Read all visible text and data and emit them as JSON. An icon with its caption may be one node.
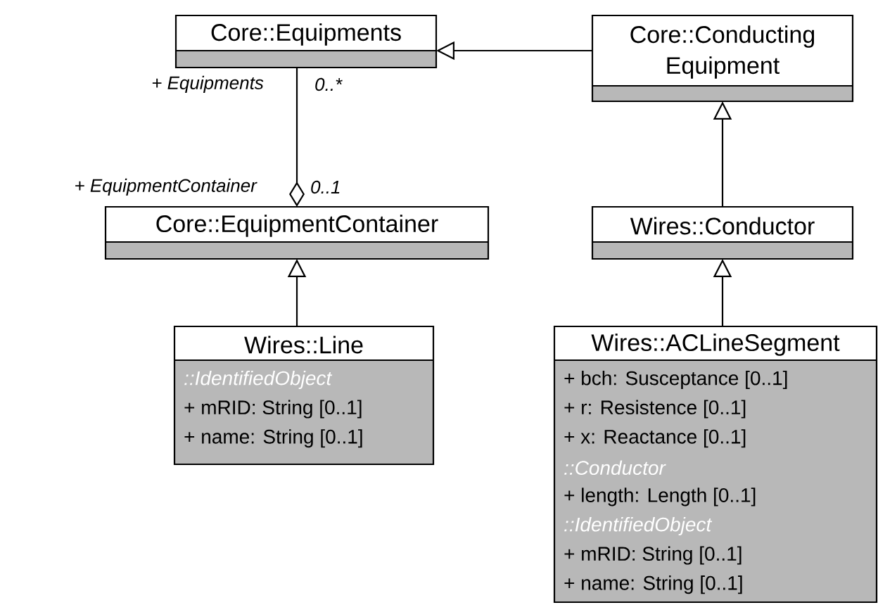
{
  "diagram": {
    "nodes": [
      {
        "text": [
          "Core::Equipments"
        ]
      },
      {
        "text": [
          "Core::Conducting Equipment"
        ]
      },
      {
        "text": [
          "Core::EquipmentContainer"
        ]
      },
      {
        "text": [
          "Wires::Conductor"
        ]
      },
      {
        "text": [
          "Wires::Line",
          "::IdentifiedObject",
          "+ mRID: String [0..1]",
          "+ name: String [0..1]"
        ]
      },
      {
        "text": [
          "Wires::ACLineSegment",
          "+ bch: Susceptance [0..1]",
          "+ r: Resistence [0..1]",
          "+ x: Reactance [0..1]",
          "::Conductor",
          "+ length: Length [0..1]",
          "::IdentifiedObject",
          "+ mRID: String [0..1]",
          "+ name: String [0..1]"
        ]
      }
    ],
    "edges": [
      {
        "from": 1,
        "to": 0,
        "arrow": "to"
      },
      {
        "from": 0,
        "to": 2,
        "arrow": "other"
      },
      {
        "from": 3,
        "to": 1,
        "arrow": "to"
      },
      {
        "from": 4,
        "to": 2,
        "arrow": "to"
      },
      {
        "from": 5,
        "to": 3,
        "arrow": "to"
      }
    ],
    "labels": [
      "+ Equipments",
      "0..*",
      "+ EquipmentContainer",
      "0..1"
    ]
  }
}
